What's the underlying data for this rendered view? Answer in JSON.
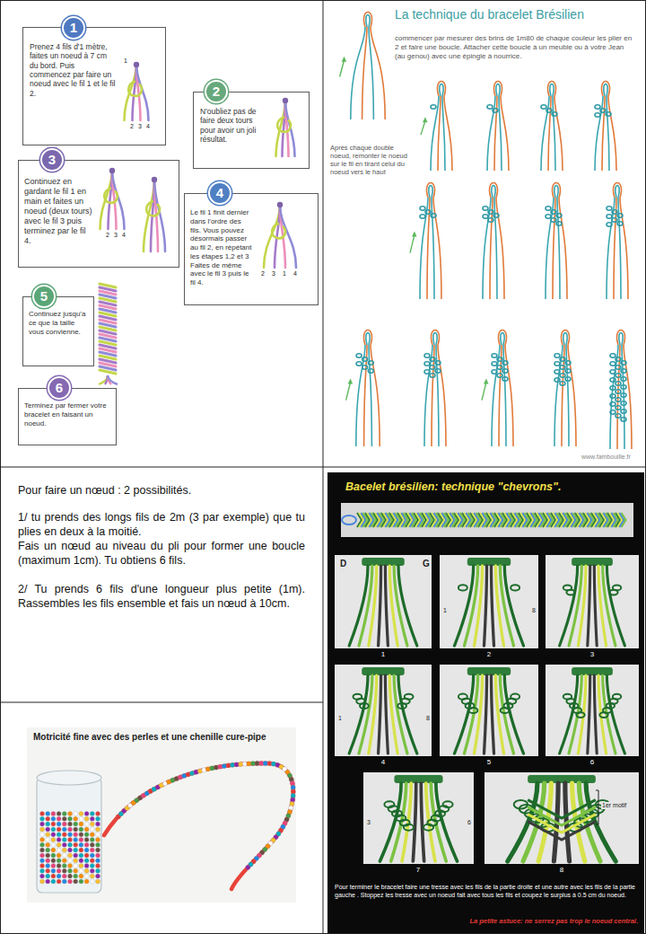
{
  "diagram": {
    "nodes": [
      {
        "text": [
          "1",
          "Prenez 4 fils d'1 mètre, faites un noeud à 7 cm du bord. Puis commencez par faire un noeud avec le fil 1 et le fil 2."
        ]
      },
      {
        "text": [
          "2",
          "N'oubliez pas de faire deux tours pour avoir un joli résultat."
        ]
      },
      {
        "text": [
          "3",
          "Continuez en gardant le fil 1 en main et faites un noeud (deux tours) avec le fil 3 puis terminez par le fil 4."
        ]
      },
      {
        "text": [
          "4",
          "Le fil 1 finit dernier dans l'ordre des fils. Vous pouvez désormais passer au fil 2, en répétant les étapes 1,2 et 3 Faites de même avec le fil 3 puis le fil 4."
        ]
      },
      {
        "text": [
          "5",
          "Continuez jusqu'a ce que la taille vous convienne."
        ]
      },
      {
        "text": [
          "6",
          "Terminez par fermer votre bracelet en faisant un noeud."
        ]
      },
      {
        "text": [
          "La technique du bracelet Brésilien",
          "commencer par mesurer des brins de 1m80 de chaque couleur les plier en 2 et faire une boucle. Attacher cette boucle à un meuble ou à votre Jean (au genou) avec une épingle à nourrice.",
          "Après chaque double noeud, remonter le noeud sur le fil en tirant celui du noeud vers le haut"
        ]
      },
      {
        "text": [
          "Pour faire un nœud : 2 possibilités.",
          "1/ tu prends des longs fils de 2m (3 par exemple) que tu plies en deux à la moitié.",
          "Fais un nœud au niveau du pli pour former une boucle (maximum 1cm). Tu obtiens 6 fils.",
          "2/ Tu prends 6 fils d'une longueur plus petite (1m). Rassembles les fils ensemble et fais un nœud à 10cm."
        ]
      },
      {
        "text": [
          "Motricité fine avec des perles et une chenille cure-pipe"
        ]
      },
      {
        "text": [
          "Bacelet brésilien: technique \"chevrons\".",
          "Pour terminer le bracelet faire une tresse avec les fils de la partie droite et une autre avec les fils de la partie gauche . Stoppez les tresse avec un noeud fait avec tous les fils et coupez le surplus à 0.5 cm du noeud.",
          "La petite astuce: ne serrez pas trop le noeud central."
        ]
      }
    ],
    "labels": [
      "1",
      "2",
      "3",
      "4",
      "2",
      "3",
      "4",
      "2",
      "3",
      "1",
      "4",
      "www.fambouille.fr",
      "D",
      "G",
      "1",
      "2",
      "3",
      "4",
      "5",
      "6",
      "7",
      "8",
      "1",
      "8",
      "1",
      "8",
      "3",
      "6",
      "1er motif"
    ]
  }
}
